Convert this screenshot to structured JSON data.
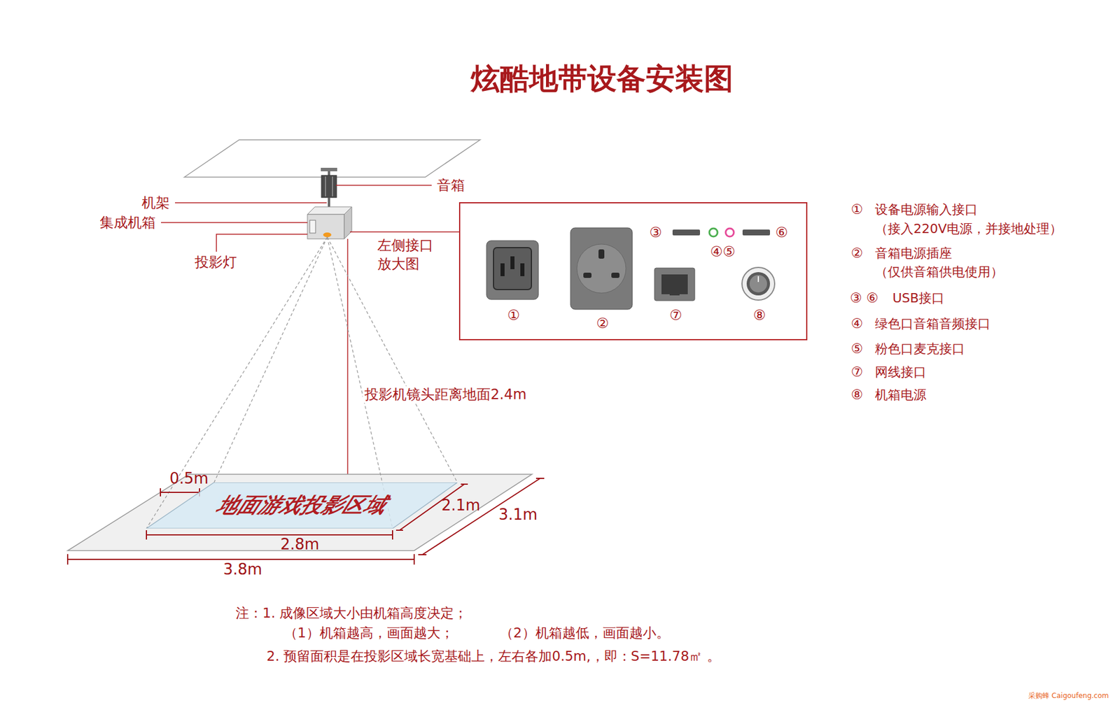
{
  "diagram": {
    "title": "炫酷地带设备安装图",
    "nodes": [
      {
        "text": [
          "左侧接口 放大图"
        ]
      },
      {
        "text": [
          "①"
        ],
        "in": 0
      },
      {
        "text": [
          "②"
        ],
        "in": 0
      },
      {
        "text": [
          "⑦"
        ],
        "in": 0
      },
      {
        "text": [
          "⑧"
        ],
        "in": 0
      },
      {
        "text": [
          "地面游戏投影区域"
        ]
      }
    ],
    "labels": [
      "音箱",
      "机架",
      "集成机箱",
      "投影灯",
      "③",
      "④⑤",
      "⑥",
      "投影机镜头距离地面2.4m",
      "0.5m",
      "2.1m",
      "3.1m",
      "2.8m",
      "3.8m",
      "①",
      "设备电源输入接口",
      "（接入220V电源，并接地处理）",
      "②",
      "音箱电源插座",
      "（仅供音箱供电使用）",
      "③ ⑥",
      "USB接口",
      "④",
      "绿色口音箱音频接口",
      "⑤",
      "粉色口麦克接口",
      "⑦",
      "网线接口",
      "⑧",
      "机箱电源",
      "注：1. 成像区域大小由机箱高度决定；",
      "（1）机箱越高，画面越大；",
      "（2）机箱越低，画面越小。",
      "2. 预留面积是在投影区域长宽基础上，左右各加0.5m,，即：S=11.78㎡ 。",
      "采购蜂 Caigoufeng.com"
    ]
  }
}
